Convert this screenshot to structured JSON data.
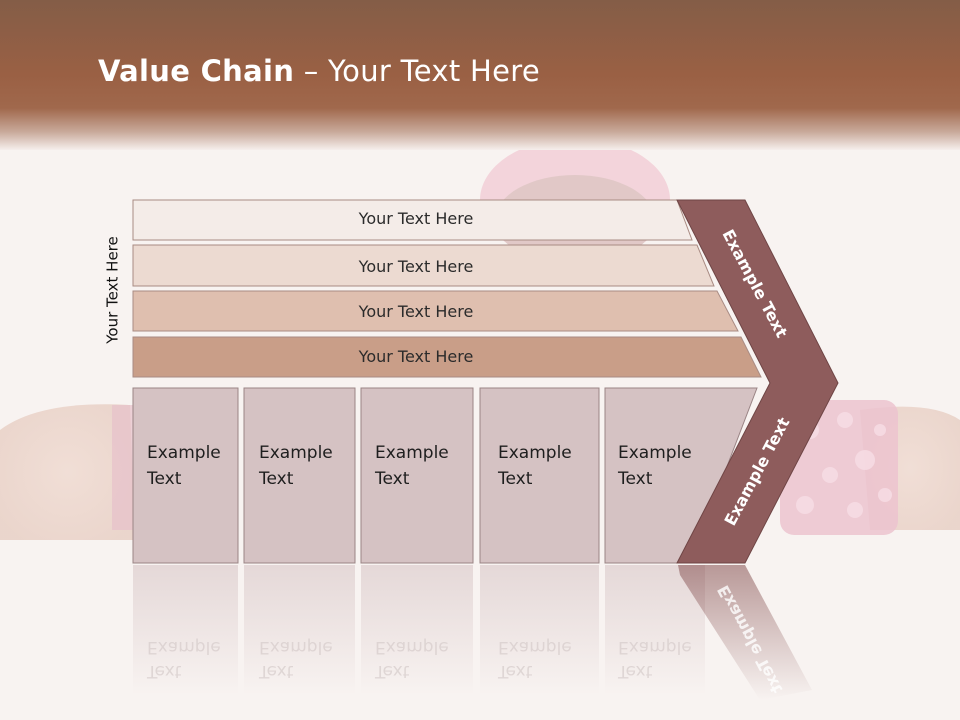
{
  "title": {
    "bold": "Value Chain",
    "rest": " – Your Text Here"
  },
  "side_label": "Your Text Here",
  "rows": [
    {
      "label": "Your Text Here",
      "fill": "#f4ece8"
    },
    {
      "label": "Your Text Here",
      "fill": "#ecdad1"
    },
    {
      "label": "Your Text Here",
      "fill": "#dfbfaf"
    },
    {
      "label": "Your Text Here",
      "fill": "#c99e88"
    }
  ],
  "boxes": [
    {
      "line1": "Example",
      "line2": "Text"
    },
    {
      "line1": "Example",
      "line2": "Text"
    },
    {
      "line1": "Example",
      "line2": "Text"
    },
    {
      "line1": "Example",
      "line2": "Text"
    },
    {
      "line1": "Example",
      "line2": "Text"
    }
  ],
  "chevron": {
    "top_label": "Example Text",
    "bottom_label": "Example Text",
    "fill": "#8e5c5c"
  },
  "colors": {
    "header": "#9a6044",
    "box_fill": "#d5c2c3",
    "box_border": "#9a8485"
  }
}
